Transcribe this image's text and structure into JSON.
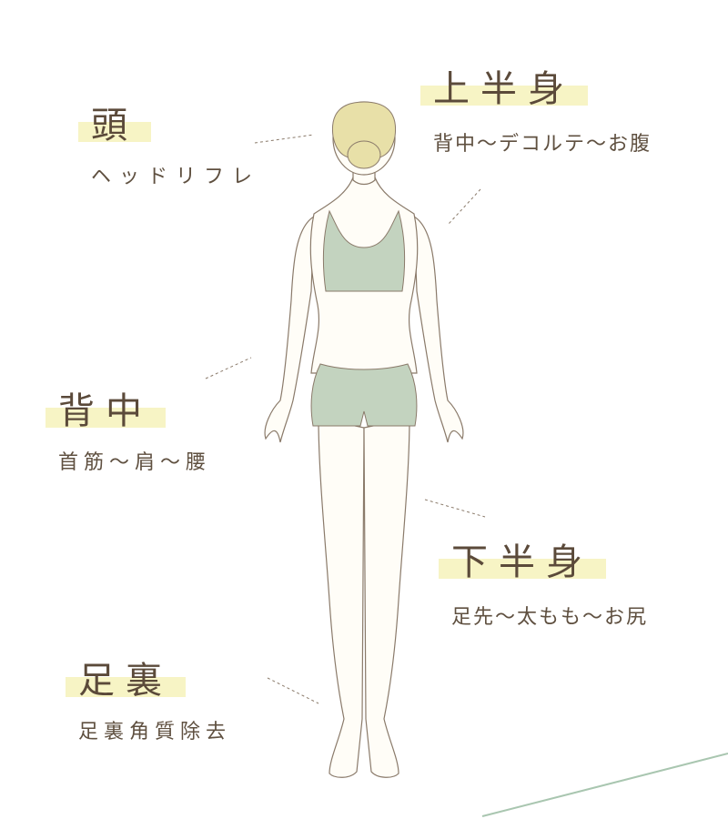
{
  "labels": {
    "head": {
      "title": "頭",
      "subtitle": "ヘッドリフレ"
    },
    "upper": {
      "title": "上半身",
      "subtitle": "背中〜デコルテ〜お腹"
    },
    "back": {
      "title": "背中",
      "subtitle": "首筋〜肩〜腰"
    },
    "lower": {
      "title": "下半身",
      "subtitle": "足先〜太もも〜お尻"
    },
    "sole": {
      "title": "足裏",
      "subtitle": "足裏角質除去"
    }
  },
  "colors": {
    "highlight": "#f7f4c5",
    "outfit": "#c3d3bf",
    "hair": "#e8e0a8",
    "outline": "#8a7a6a",
    "accent_line": "#a9c6b0"
  }
}
